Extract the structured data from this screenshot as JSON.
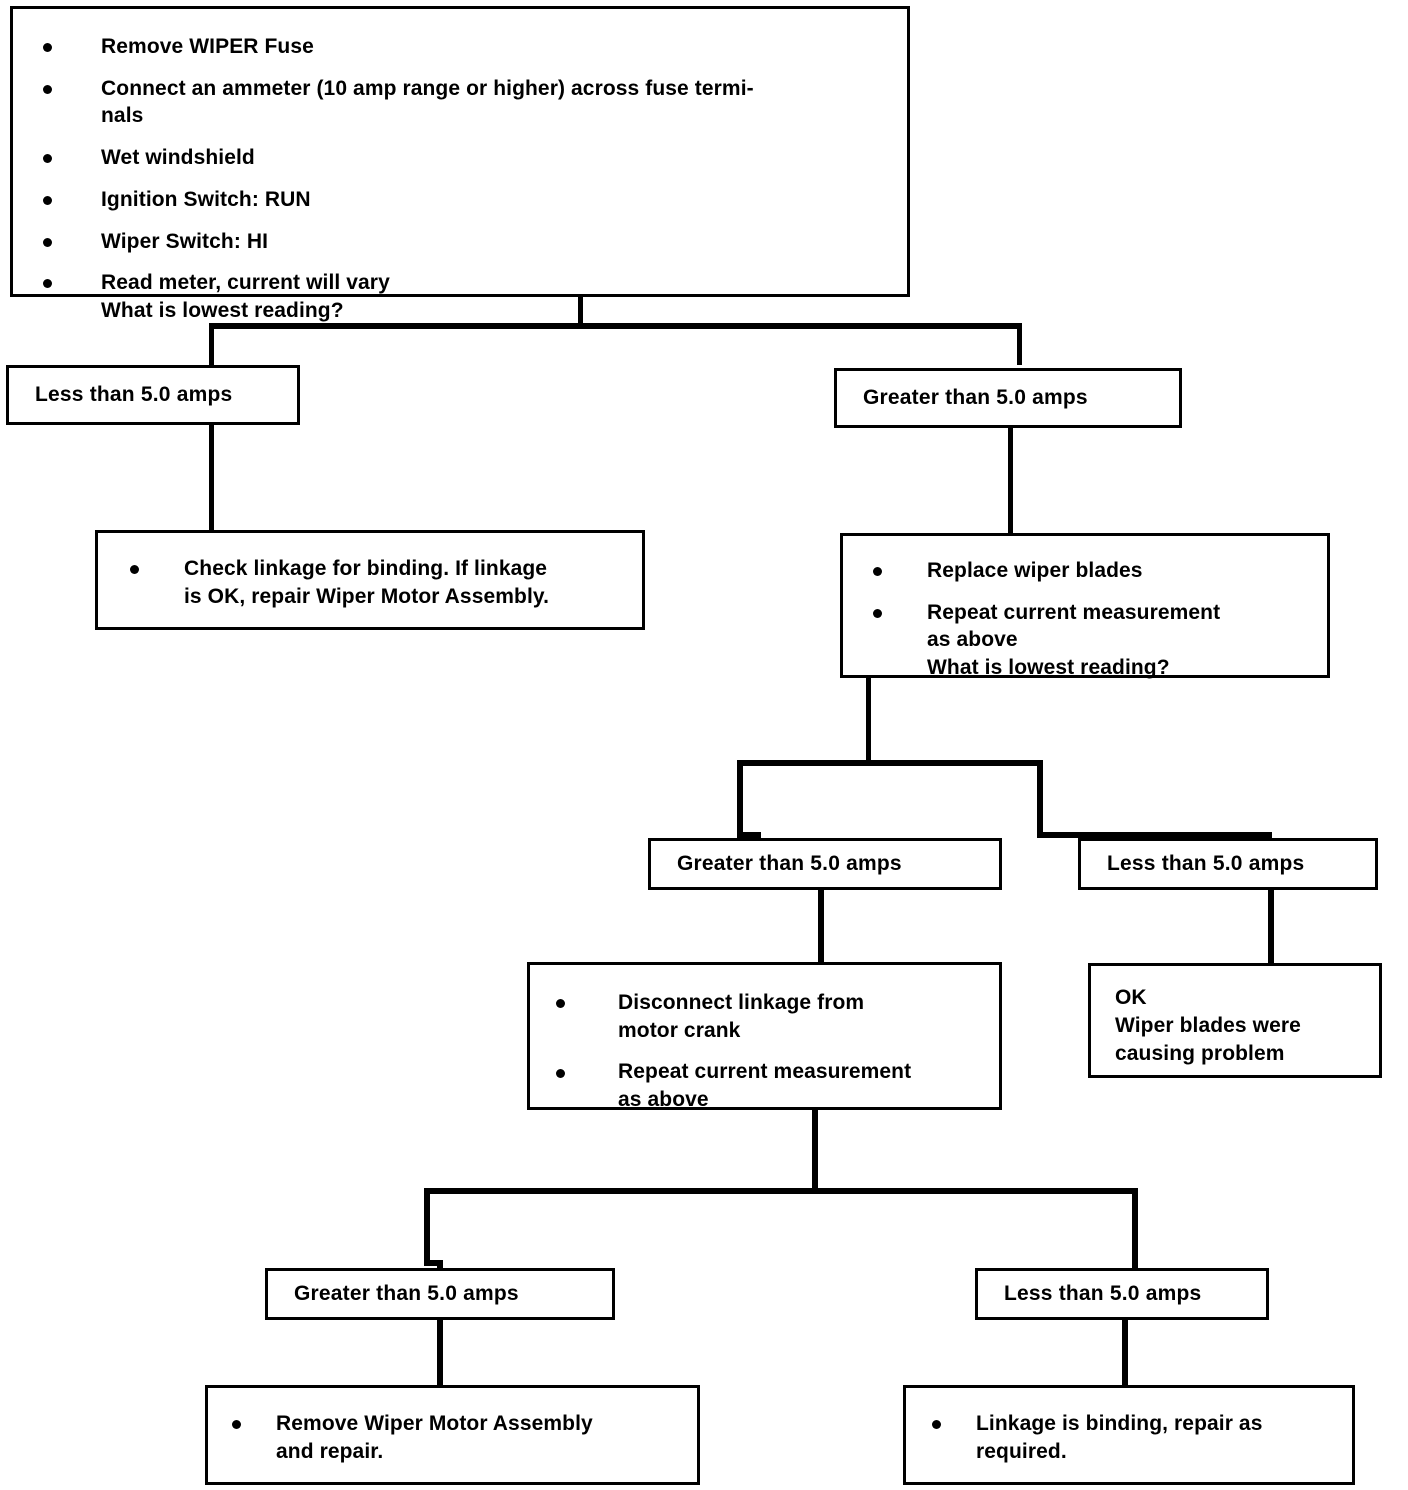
{
  "diagram": {
    "title": "Wiper Motor Current Draw Diagnostic Flowchart",
    "amp_threshold": "5.0",
    "line_color": "#000000",
    "box_fill": "#ffffff"
  },
  "nodes": {
    "start": {
      "name": "start-procedure-box",
      "bullets": [
        "Remove WIPER Fuse",
        "Connect an ammeter (10 amp range or higher) across fuse termi-\nnals",
        "Wet windshield",
        "Ignition  Switch:  RUN",
        "Wiper Switch: HI",
        "Read meter, current will vary\nWhat is lowest reading?"
      ]
    },
    "branch1_left": {
      "name": "branch-less-than-1",
      "label": "Less than 5.0 amps"
    },
    "branch1_right": {
      "name": "branch-greater-than-1",
      "label": "Greater than 5.0 amps"
    },
    "action_check_linkage": {
      "name": "action-check-linkage-box",
      "bullets": [
        "Check linkage for binding. If linkage\nis OK, repair Wiper Motor Assembly."
      ]
    },
    "action_replace_blades": {
      "name": "action-replace-blades-box",
      "bullets": [
        "Replace wiper blades",
        "Repeat current measurement\nas above\nWhat is lowest reading?"
      ]
    },
    "branch2_left": {
      "name": "branch-greater-than-2",
      "label": "Greater than 5.0 amps"
    },
    "branch2_right": {
      "name": "branch-less-than-2",
      "label": "Less than 5.0 amps"
    },
    "action_disconnect_linkage": {
      "name": "action-disconnect-linkage-box",
      "bullets": [
        "Disconnect linkage from\nmotor crank",
        "Repeat current measurement\nas above"
      ]
    },
    "result_ok": {
      "name": "result-ok-box",
      "text": "OK\nWiper blades were\ncausing problem"
    },
    "branch3_left": {
      "name": "branch-greater-than-3",
      "label": "Greater than 5.0 amps"
    },
    "branch3_right": {
      "name": "branch-less-than-3",
      "label": "Less than 5.0 amps"
    },
    "result_remove_motor": {
      "name": "result-remove-motor-box",
      "bullets": [
        "Remove Wiper Motor Assembly\nand repair."
      ]
    },
    "result_linkage_binding": {
      "name": "result-linkage-binding-box",
      "bullets": [
        "Linkage is binding, repair as\nrequired."
      ]
    }
  }
}
